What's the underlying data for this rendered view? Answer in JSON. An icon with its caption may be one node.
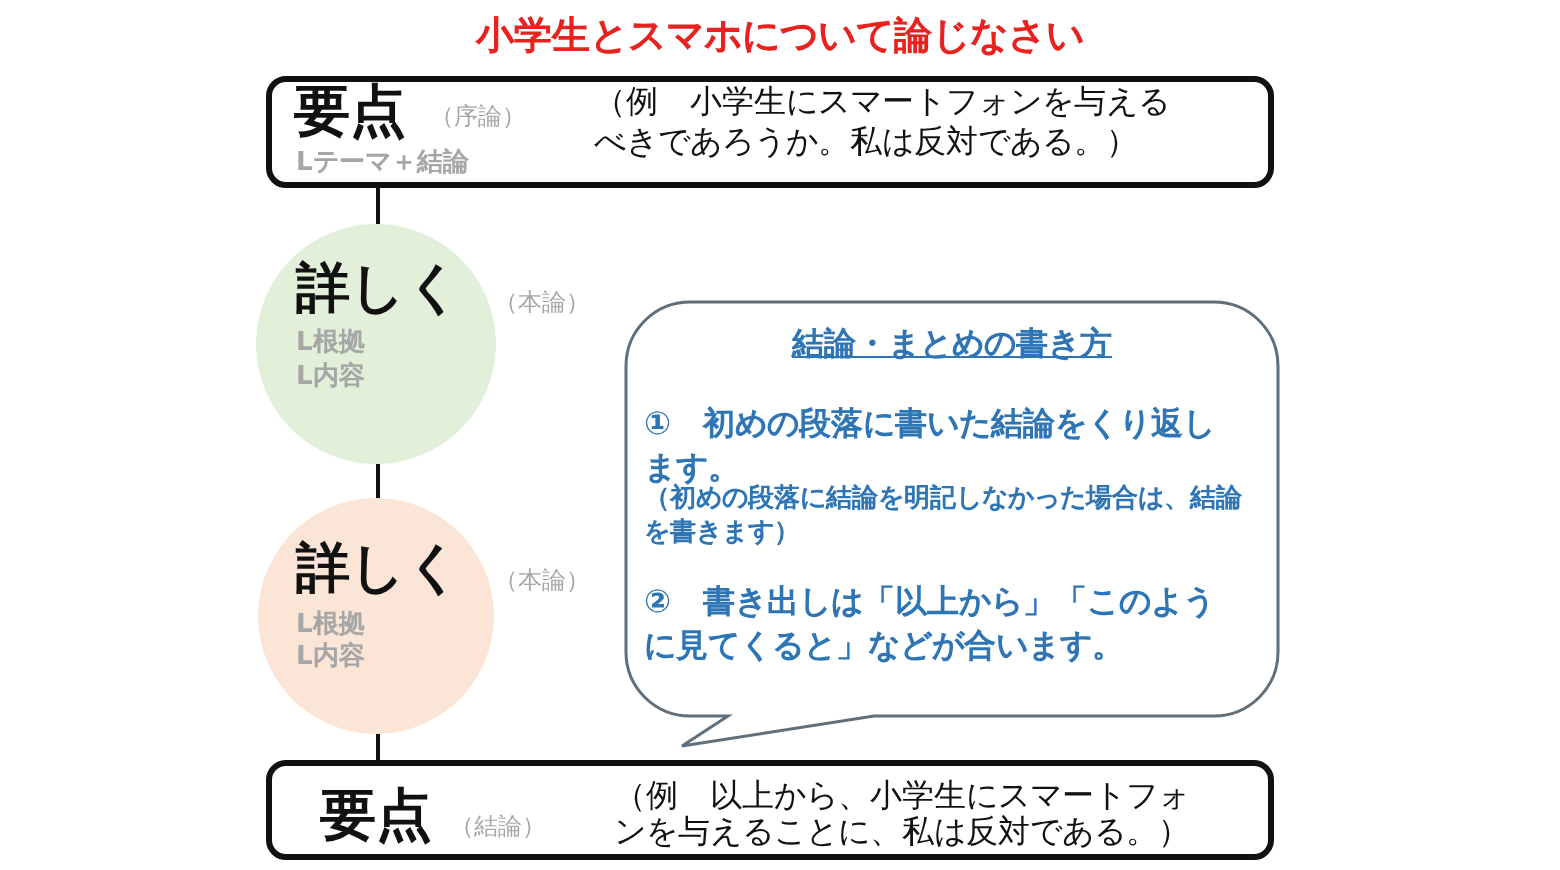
{
  "diagram": {
    "title": "小学生とスマホについて論じなさい",
    "nodes": [
      {
        "text": [
          "要点",
          "（序論）",
          "Lテーマ＋結論",
          "（例　小学生にスマートフォンを与えるべきであろうか。私は反対である。）"
        ]
      },
      {
        "text": [
          "詳しく",
          "L根拠",
          "L内容"
        ],
        "beside": [
          "（本論）"
        ]
      },
      {
        "text": [
          "結論・まとめの書き方",
          "①　初めの段落に書いた結論をくり返します。",
          "（初めの段落に結論を明記しなかった場合は、結論を書きます）",
          "②　書き出しは「以上から」「このように見てくると」などが合います。"
        ]
      },
      {
        "text": [
          "詳しく",
          "L根拠",
          "L内容"
        ],
        "beside": [
          "（本論）"
        ]
      },
      {
        "text": [
          "要点",
          "（結論）",
          "（例　以上から、小学生にスマートフォンを与えることに、私は反対である。）"
        ]
      }
    ],
    "edges": [
      {
        "from": 0,
        "to": 1,
        "arrow": "none"
      },
      {
        "from": 1,
        "to": 3,
        "arrow": "none"
      },
      {
        "from": 3,
        "to": 4,
        "arrow": "none"
      }
    ]
  }
}
